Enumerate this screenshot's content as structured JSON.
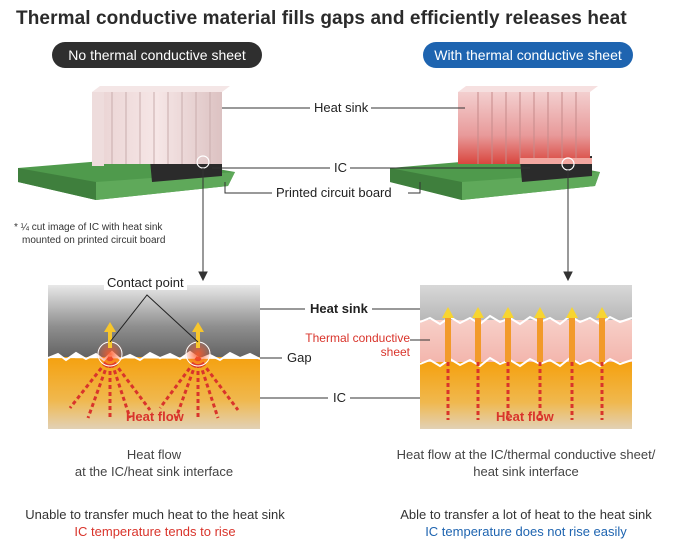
{
  "title": "Thermal conductive material fills gaps and efficiently releases heat",
  "left_header": "No thermal conductive sheet",
  "right_header": "With thermal conductive sheet",
  "labels": {
    "heat_sink": "Heat sink",
    "ic": "IC",
    "pcb": "Printed circuit board",
    "contact_point": "Contact point",
    "heat_sink_bold": "Heat sink",
    "thermal_sheet_line1": "Thermal conductive",
    "thermal_sheet_line2": "sheet",
    "gap": "Gap",
    "ic2": "IC",
    "heat_flow_left": "Heat flow",
    "heat_flow_right": "Heat flow"
  },
  "note": {
    "line1": "* ¼ cut image of IC with heat sink",
    "line2": "mounted on printed circuit board"
  },
  "captions": {
    "left_line1": "Heat flow",
    "left_line2": "at the IC/heat sink interface",
    "right_line1": "Heat flow at the IC/thermal conductive sheet/",
    "right_line2": "heat sink interface"
  },
  "conclusions": {
    "left_line1": "Unable to transfer much heat to the heat sink",
    "left_line2": "IC temperature tends to rise",
    "right_line1": "Able to transfer a lot of heat to the heat sink",
    "right_line2": "IC temperature does not rise easily"
  },
  "colors": {
    "accent_blue": "#1e64b0",
    "accent_red": "#d9342b",
    "header_dark": "#2f2f2f",
    "pcb_green": "#4f9a4c",
    "ic_orange": "#f0a21a",
    "sheet_pink": "#f6c6c0"
  }
}
